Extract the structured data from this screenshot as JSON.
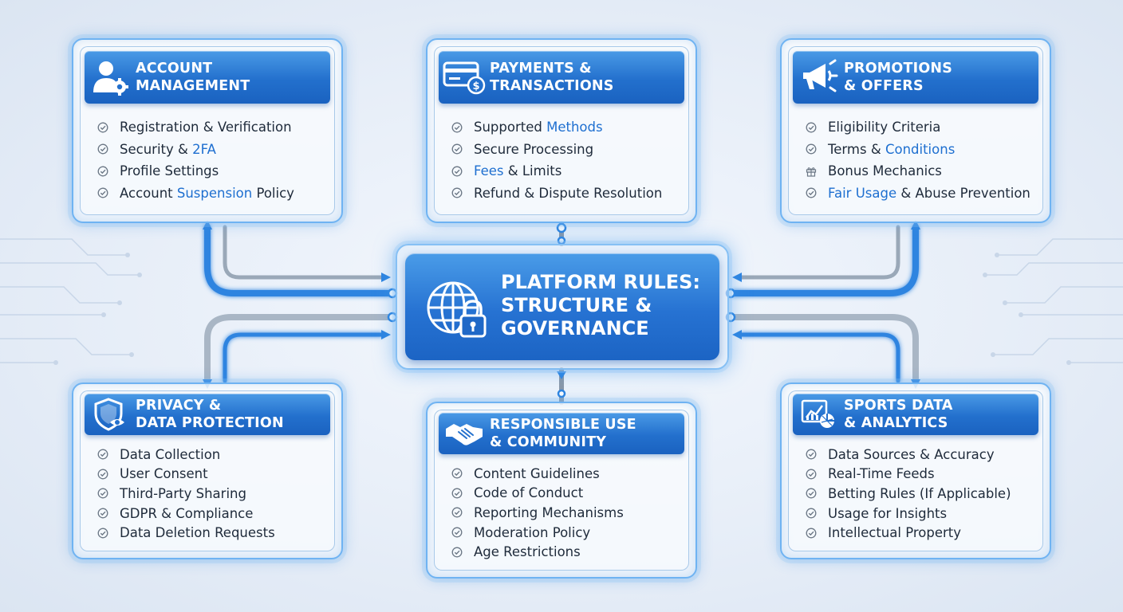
{
  "center": {
    "title_lines": [
      "PLATFORM RULES:",
      "STRUCTURE &",
      "GOVERNANCE"
    ]
  },
  "cards": [
    {
      "id": "account",
      "title_lines": [
        "ACCOUNT",
        "MANAGEMENT"
      ],
      "icon": "user-gear-icon",
      "items": [
        {
          "parts": [
            {
              "t": "Registration & Verification"
            }
          ]
        },
        {
          "parts": [
            {
              "t": "Security & "
            },
            {
              "t": "2FA",
              "hl": true
            }
          ]
        },
        {
          "parts": [
            {
              "t": "Profile Settings"
            }
          ]
        },
        {
          "parts": [
            {
              "t": "Account "
            },
            {
              "t": "Suspension",
              "hl": true
            },
            {
              "t": " Policy"
            }
          ]
        }
      ]
    },
    {
      "id": "payments",
      "title_lines": [
        "PAYMENTS &",
        "TRANSACTIONS"
      ],
      "icon": "credit-card-icon",
      "items": [
        {
          "parts": [
            {
              "t": "Supported "
            },
            {
              "t": "Methods",
              "hl": true
            }
          ]
        },
        {
          "parts": [
            {
              "t": "Secure Processing"
            }
          ]
        },
        {
          "parts": [
            {
              "t": "Fees",
              "hl": true
            },
            {
              "t": " & Limits"
            }
          ]
        },
        {
          "parts": [
            {
              "t": "Refund & Dispute Resolution"
            }
          ]
        }
      ]
    },
    {
      "id": "promotions",
      "title_lines": [
        "PROMOTIONS",
        "& OFFERS"
      ],
      "icon": "megaphone-icon",
      "items": [
        {
          "parts": [
            {
              "t": "Eligibility Criteria"
            }
          ]
        },
        {
          "parts": [
            {
              "t": "Terms & "
            },
            {
              "t": "Conditions",
              "hl": true
            }
          ]
        },
        {
          "parts": [
            {
              "t": "Bonus Mechanics"
            }
          ],
          "icon": "gift-icon"
        },
        {
          "parts": [
            {
              "t": "Fair Usage",
              "hl": true
            },
            {
              "t": " & Abuse Prevention"
            }
          ]
        }
      ]
    },
    {
      "id": "privacy",
      "title_lines": [
        "PRIVACY &",
        "DATA PROTECTION"
      ],
      "icon": "shield-eye-icon",
      "items": [
        {
          "parts": [
            {
              "t": "Data Collection"
            }
          ]
        },
        {
          "parts": [
            {
              "t": "User Consent"
            }
          ]
        },
        {
          "parts": [
            {
              "t": "Third-Party Sharing"
            }
          ]
        },
        {
          "parts": [
            {
              "t": "GDPR & Compliance"
            }
          ]
        },
        {
          "parts": [
            {
              "t": "Data Deletion Requests"
            }
          ]
        }
      ]
    },
    {
      "id": "responsible",
      "title_lines": [
        "RESPONSIBLE USE",
        "& COMMUNITY"
      ],
      "icon": "handshake-icon",
      "items": [
        {
          "parts": [
            {
              "t": "Content Guidelines"
            }
          ]
        },
        {
          "parts": [
            {
              "t": "Code of Conduct"
            }
          ]
        },
        {
          "parts": [
            {
              "t": "Reporting Mechanisms"
            }
          ]
        },
        {
          "parts": [
            {
              "t": "Moderation Policy"
            }
          ]
        },
        {
          "parts": [
            {
              "t": "Age Restrictions"
            }
          ]
        }
      ]
    },
    {
      "id": "sports",
      "title_lines": [
        "SPORTS DATA",
        "& ANALYTICS"
      ],
      "icon": "analytics-icon",
      "items": [
        {
          "parts": [
            {
              "t": "Data Sources & Accuracy"
            }
          ]
        },
        {
          "parts": [
            {
              "t": "Real-Time Feeds"
            }
          ]
        },
        {
          "parts": [
            {
              "t": "Betting Rules (If Applicable)"
            }
          ]
        },
        {
          "parts": [
            {
              "t": "Usage for Insights"
            }
          ]
        },
        {
          "parts": [
            {
              "t": "Intellectual Property"
            }
          ]
        }
      ]
    }
  ],
  "colors": {
    "accent": "#2370cd",
    "highlight": "#1e6fd0",
    "text": "#1e2a3a",
    "check": "#6b7785"
  }
}
